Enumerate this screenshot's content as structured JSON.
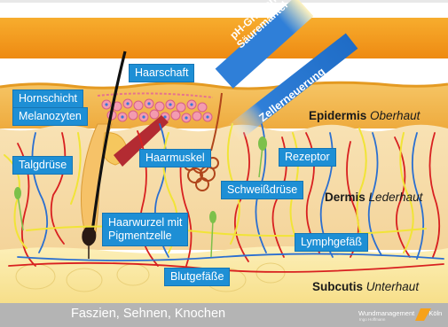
{
  "labels": {
    "haarschaft": "Haarschaft",
    "hornschicht": "Hornschicht",
    "melanozyten": "Melanozyten",
    "talgdruese": "Talgdrüse",
    "haarmuskel": "Haarmuskel",
    "rezeptor": "Rezeptor",
    "schweissdruese": "Schweißdrüse",
    "haarwurzel_line1": "Haarwurzel mit",
    "haarwurzel_line2": "Pigmentzelle",
    "lymphgefaess": "Lymphgefäß",
    "blutgefaesse": "Blutgefäße"
  },
  "ribbons": {
    "ph_line1": "pH-Gradient",
    "ph_line2": "Säuremantel",
    "zellerneuerung": "Zellerneuerung"
  },
  "layers": {
    "epidermis_bold": "Epidermis",
    "epidermis_italic": "Oberhaut",
    "dermis_bold": "Dermis",
    "dermis_italic": "Lederhaut",
    "subcutis_bold": "Subcutis",
    "subcutis_italic": "Unterhaut"
  },
  "footer": {
    "text": "Faszien, Sehnen, Knochen",
    "logo": "Wundmanagement",
    "logo_city": "Köln",
    "logo_sub": "Ingo Hoffmann"
  },
  "colors": {
    "label_blue": "#1e8fd5",
    "orange_band": "#f39a1c",
    "epidermis": "#f2b24a",
    "dermis": "#f6dcaa",
    "subcutis": "#fbeaa8",
    "footer_gray": "#b4b4b4",
    "vessel_red": "#d82020",
    "vessel_blue": "#2b6fd0",
    "vessel_yellow": "#f1e437"
  }
}
